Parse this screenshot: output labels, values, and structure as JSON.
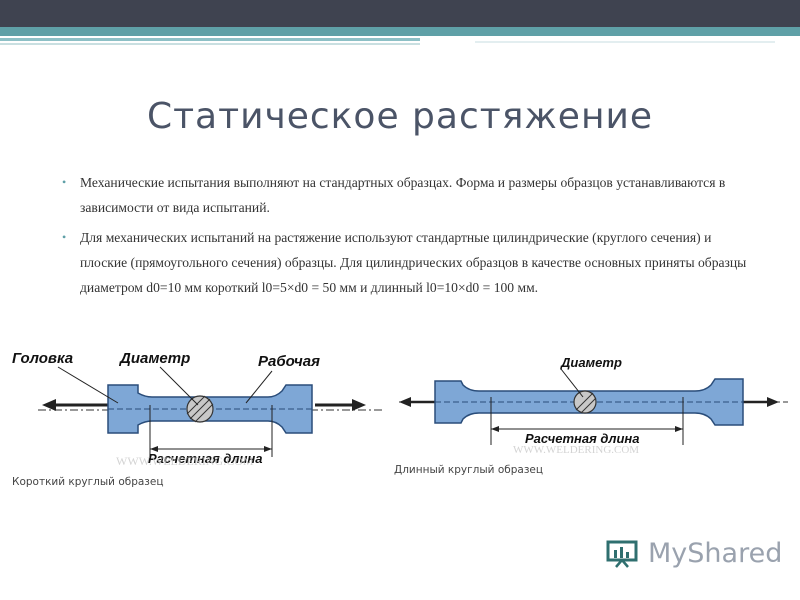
{
  "slide": {
    "title": "Статическое растяжение",
    "bullets": [
      "Механические испытания выполняют на стандартных образцах. Форма и размеры образцов устанавливаются в зависимости от вида испытаний.",
      "Для механических испытаний на растяжение используют стандартные цилиндрические (круглого сечения) и плоские (прямоугольного сечения) образцы. Для цилиндрических образцов в качестве основных приняты образцы диаметром d0=10 мм короткий l0=5×d0 = 50 мм и длинный l0=10×d0 = 100 мм."
    ]
  },
  "figure_short": {
    "label_head": "Головка",
    "label_diameter": "Диаметр",
    "label_working": "Рабочая",
    "label_gauge": "Расчетная длина",
    "watermark": "WWW.WELDERING.COM",
    "caption": "Короткий круглый образец"
  },
  "figure_long": {
    "label_diameter": "Диаметр",
    "label_gauge": "Расчетная длина",
    "watermark": "WWW.WELDERING.COM",
    "caption": "Длинный круглый образец"
  },
  "logo": {
    "text": "MyShared",
    "icon": "presentation-board-icon"
  },
  "colors": {
    "specimen_fill": "#7ea7d6",
    "specimen_stroke": "#2a4d7a",
    "accent": "#5fa0a7"
  }
}
